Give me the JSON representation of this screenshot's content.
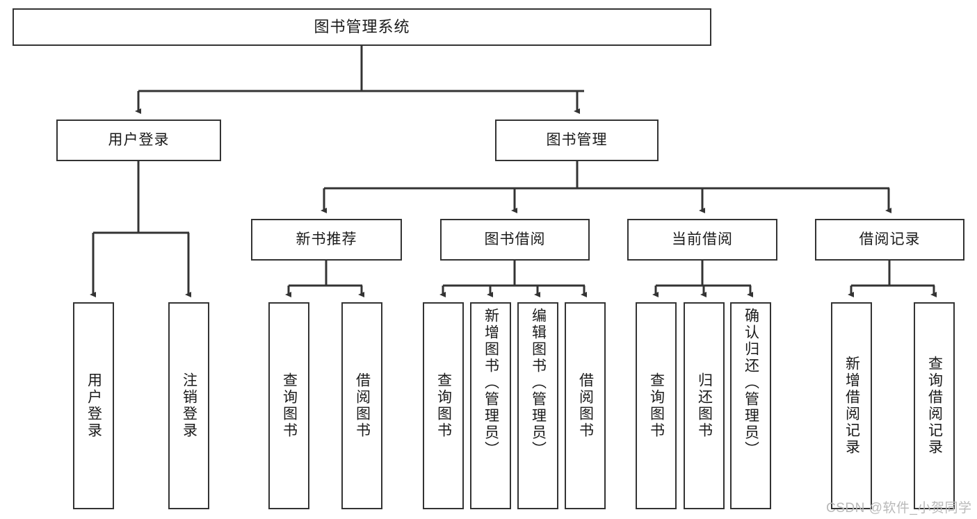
{
  "diagram": {
    "title": "图书管理系统",
    "type": "tree-structure-chart",
    "root": {
      "label": "图书管理系统"
    },
    "level2": [
      {
        "label": "用户登录"
      },
      {
        "label": "图书管理"
      }
    ],
    "level3": [
      {
        "label": "新书推荐"
      },
      {
        "label": "图书借阅"
      },
      {
        "label": "当前借阅"
      },
      {
        "label": "借阅记录"
      }
    ],
    "leaves": {
      "user_login": [
        {
          "label": "用户登录"
        },
        {
          "label": "注销登录"
        }
      ],
      "new_book_recommend": [
        {
          "label": "查询图书"
        },
        {
          "label": "借阅图书"
        }
      ],
      "book_borrow": [
        {
          "label": "查询图书"
        },
        {
          "label": "新增图书（管理员）"
        },
        {
          "label": "编辑图书（管理员）"
        },
        {
          "label": "借阅图书"
        }
      ],
      "current_borrow": [
        {
          "label": "查询图书"
        },
        {
          "label": "归还图书"
        },
        {
          "label": "确认归还（管理员）"
        }
      ],
      "borrow_record": [
        {
          "label": "新增借阅记录"
        },
        {
          "label": "查询借阅记录"
        }
      ]
    }
  },
  "watermark": {
    "text": "CSDN @软件_小贺同学"
  },
  "colors": {
    "stroke": "#333333",
    "text": "#1a1a1a",
    "background": "#ffffff",
    "watermark": "#b9b9b9"
  }
}
